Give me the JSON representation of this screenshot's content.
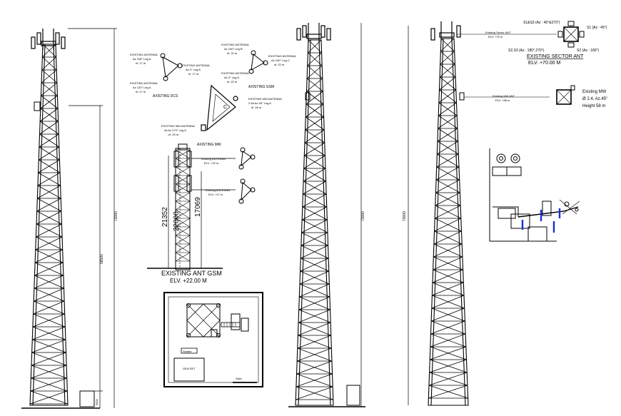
{
  "panel_gsm": {
    "antennas": {
      "dcs_a": [
        "EXISTING ANTENNA",
        "Az 245° Leg A",
        "el: 17 m"
      ],
      "dcs_b": [
        "EXISTING ANTENNA",
        "Az 0° Leg A",
        "el: 17 m"
      ],
      "dcs_c": [
        "EXISTING ANTENNA",
        "Az 120° Leg A",
        "el: 17 m"
      ],
      "gsm_a": [
        "EXISTING ANTENNA",
        "Az 240° Leg B",
        "el: 22 m"
      ],
      "gsm_b": [
        "EXISTING ANTENNA",
        "Az 240° Leg C",
        "el: 22 m"
      ],
      "gsm_c": [
        "EXISTING ANTENNA",
        "Az 0° Leg A",
        "el: 22 m"
      ],
      "mw_a": [
        "EXISTING MW ANTENNA",
        "2.5d Az 45° Leg A",
        "el: 18 m"
      ],
      "mw_b": [
        "EXISTING MW ANTENNA",
        "3d Az 270° Leg A",
        "el: 20 m"
      ]
    },
    "caption_dcs": "AXISTING DCS",
    "caption_gsm": "AXISTING GSM",
    "caption_mw": "AXISTING MW",
    "triangle_corner": "C",
    "elev_antenna_1": [
      "Existing ANTENNA",
      "ELV. +22 m"
    ],
    "elev_antenna_2": [
      "Existing ANTENNA",
      "ELV. +17 m"
    ],
    "dim_1": "21352",
    "dim_2": "22000",
    "dim_3": "17069",
    "title": "EXISTING   ANT GSM",
    "elevation": "ELV. +22.00 M"
  },
  "site_plan": {
    "room_label": "Shelter",
    "genset_label": "GEN SET",
    "gate_label": "Gate"
  },
  "tower_dims": {
    "tower1_height": "73000",
    "tower1_mid": "58500",
    "tower1_base": "3500",
    "tower2_height": "73000",
    "tower3_height": "73000"
  },
  "panel_sector": {
    "sector_labels": {
      "s1s3": "S1&S3 (Az : 45°&270°)",
      "s1": "S1 (Az : 45°)",
      "s2s3": "S2,S3 (Az : 180°,270°)",
      "s2": "S2 (Az : 180°)"
    },
    "sector_callout": [
      "Existing Sector ANT",
      "ELV. +70 m"
    ],
    "mw_callout": [
      "Existing MW ANT",
      "ELV. +58 m"
    ],
    "title": "EXISTING SECTOR ANT",
    "elevation": "ELV. +70.00 M",
    "mw_note": [
      "Existing MW",
      "Ø 2.4, Az.45°",
      "Height 58 m"
    ]
  }
}
